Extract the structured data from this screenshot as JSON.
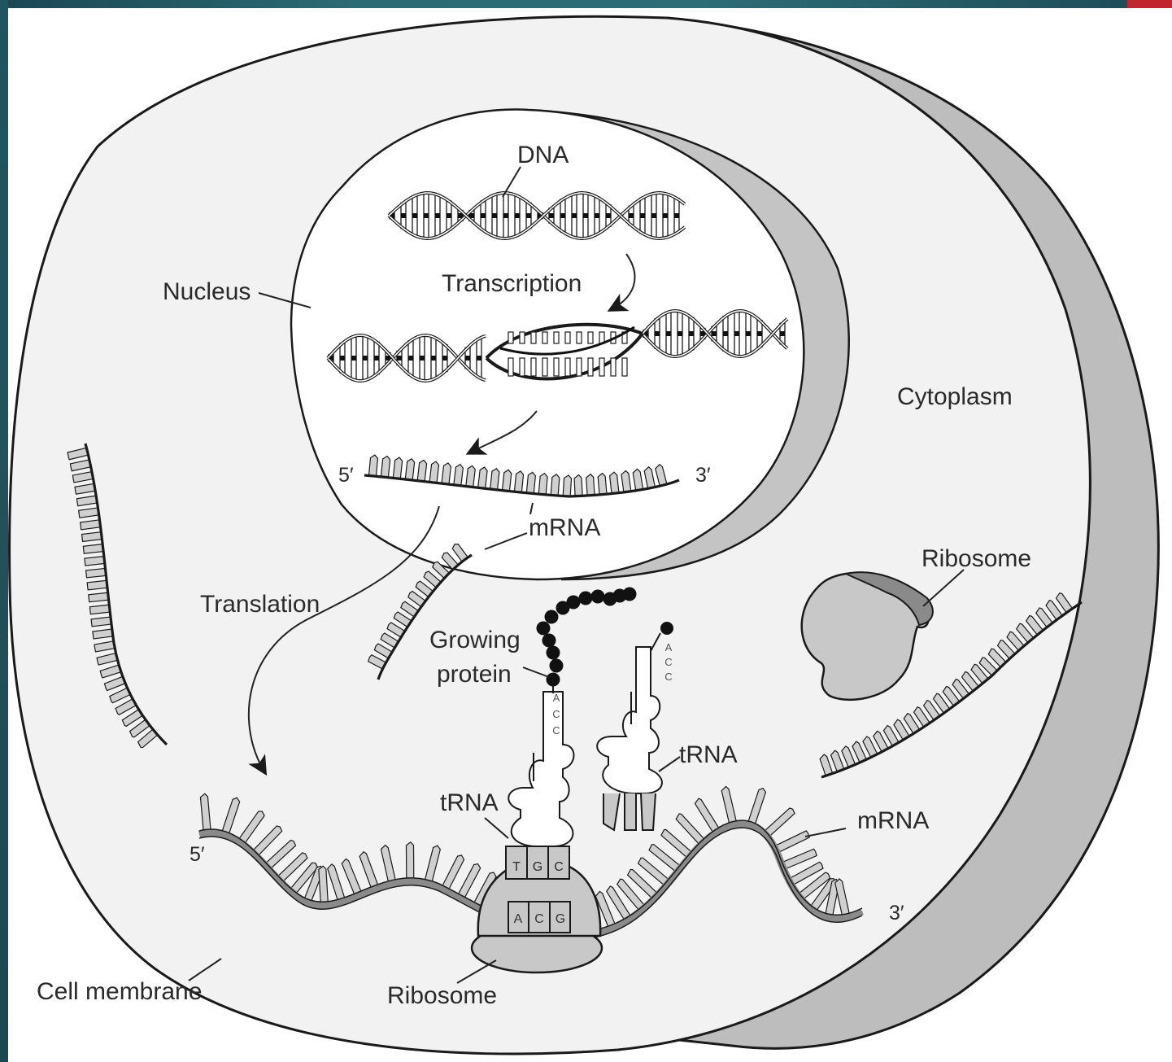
{
  "labels": {
    "dna": "DNA",
    "transcription": "Transcription",
    "nucleus": "Nucleus",
    "cytoplasm": "Cytoplasm",
    "five_prime_top": "5′",
    "three_prime_top": "3′",
    "mrna_top": "mRNA",
    "translation": "Translation",
    "ribosome_right": "Ribosome",
    "growing_protein_line1": "Growing",
    "growing_protein_line2": "protein",
    "trna_right": "tRNA",
    "trna_left": "tRNA",
    "mrna_bottom": "mRNA",
    "five_prime_bottom": "5′",
    "three_prime_bottom": "3′",
    "cell_membrane": "Cell membrane",
    "ribosome_bottom": "Ribosome"
  },
  "codons": {
    "anticodon": [
      "T",
      "G",
      "C"
    ],
    "codon": [
      "A",
      "C",
      "G"
    ],
    "trna_acceptor_left": [
      "A",
      "C",
      "C"
    ],
    "trna_acceptor_right": [
      "A",
      "C",
      "C"
    ]
  },
  "colors": {
    "frame": "#24505c",
    "accent": "#c0262d",
    "cell_fill": "#f2f2f2",
    "membrane_shadow": "#b8b8b8",
    "line": "#1a1a1a",
    "base_fill": "#cfcfcf",
    "protein_bead": "#111111"
  }
}
